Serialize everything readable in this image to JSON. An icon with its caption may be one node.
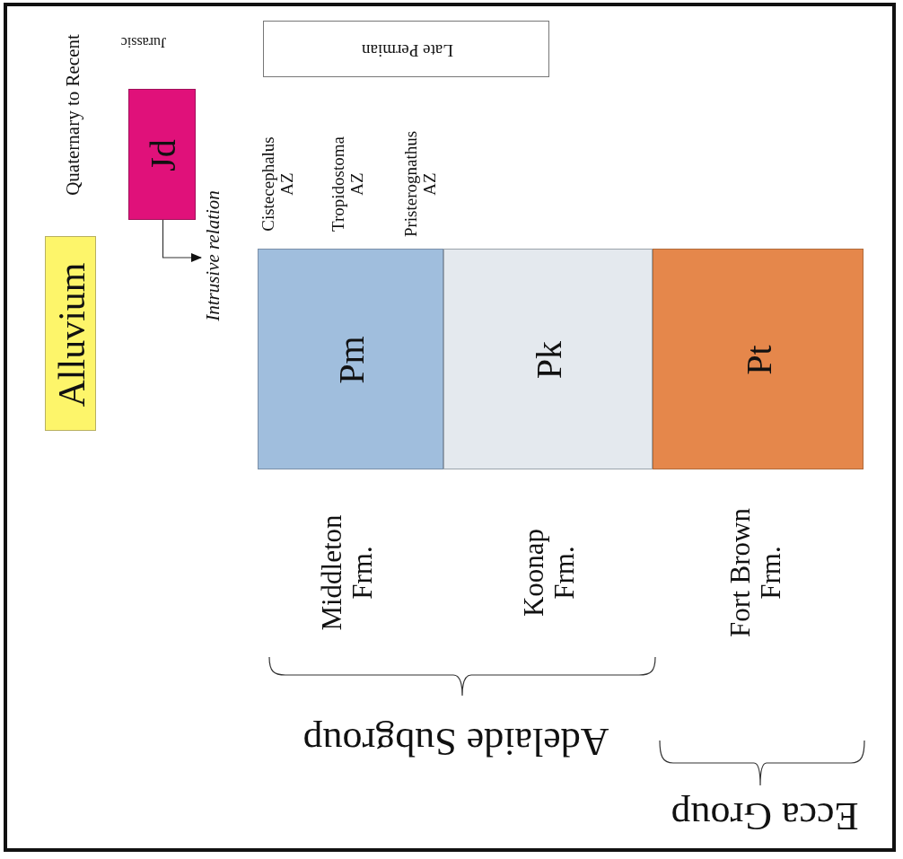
{
  "diagram": {
    "nodes": [
      {
        "text": [
          "Alluvium"
        ]
      },
      {
        "text": [
          "Jd"
        ]
      },
      {
        "text": [
          "Late Permian"
        ]
      },
      {
        "text": [
          "Pm"
        ]
      },
      {
        "text": [
          "Pk"
        ]
      },
      {
        "text": [
          "Pt"
        ]
      },
      {
        "text": [
          "Intrusive relation"
        ]
      }
    ],
    "edges": [
      {
        "from": 1,
        "to": 6,
        "arrow": "to"
      }
    ],
    "labels": [
      "Quaternary to Recent",
      "Jurassic",
      "Cistecephalus AZ",
      "Tropidostoma AZ",
      "Pristerognathus AZ",
      "Middleton Frm.",
      "Koonap Frm.",
      "Fort Brown Frm.",
      "Adelaide Subgroup",
      "Ecca Group"
    ]
  }
}
